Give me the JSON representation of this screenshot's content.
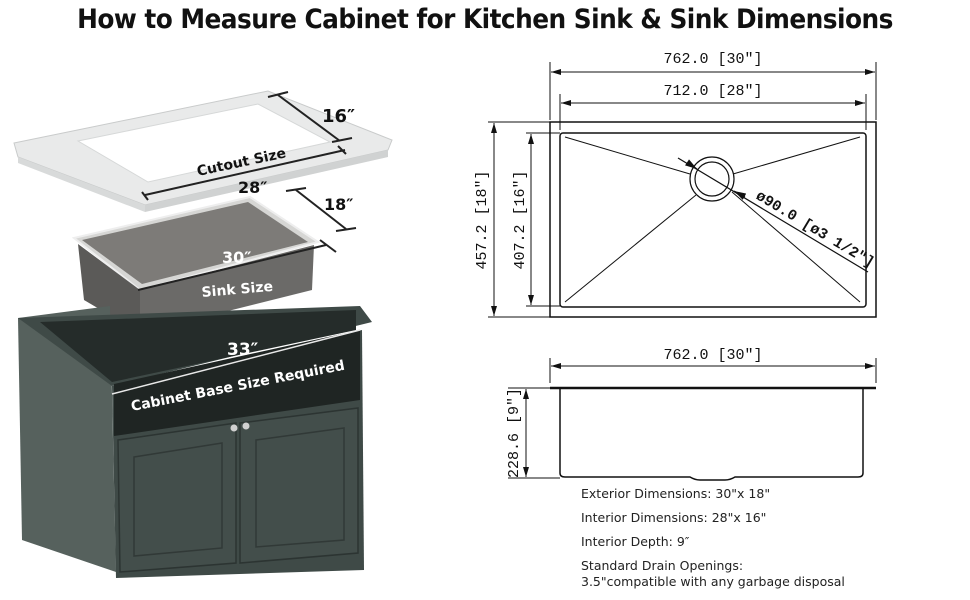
{
  "title": "How to Measure Cabinet for Kitchen Sink & Sink Dimensions",
  "illustration": {
    "countertop": {
      "label": "Cutout Size",
      "width": "28″",
      "depth": "16″"
    },
    "sink": {
      "label": "Sink Size",
      "width": "30″",
      "depth": "18″"
    },
    "cabinet": {
      "label": "Cabinet Base Size Required",
      "width": "33″"
    },
    "colors": {
      "cabinet": "#3f4a47",
      "cabinet_dark": "#1f2523",
      "sink": "#6b6a68",
      "counter": "#e9eaea"
    }
  },
  "top_view": {
    "exterior_width": "762.0 [30″]",
    "interior_width": "712.0 [28″]",
    "exterior_depth": "457.2 [18″]",
    "interior_depth": "407.2 [16″]",
    "drain": "ø90.0 [ø3 1/2″]"
  },
  "side_view": {
    "width": "762.0 [30″]",
    "height": "228.6 [9″]"
  },
  "specs": {
    "exterior": "Exterior Dimensions: 30\"x 18\"",
    "interior": "Interior Dimensions: 28\"x 16\"",
    "depth": "Interior Depth: 9″",
    "drain_title": "Standard Drain Openings:",
    "drain_desc": "3.5\"compatible with any garbage disposal"
  }
}
